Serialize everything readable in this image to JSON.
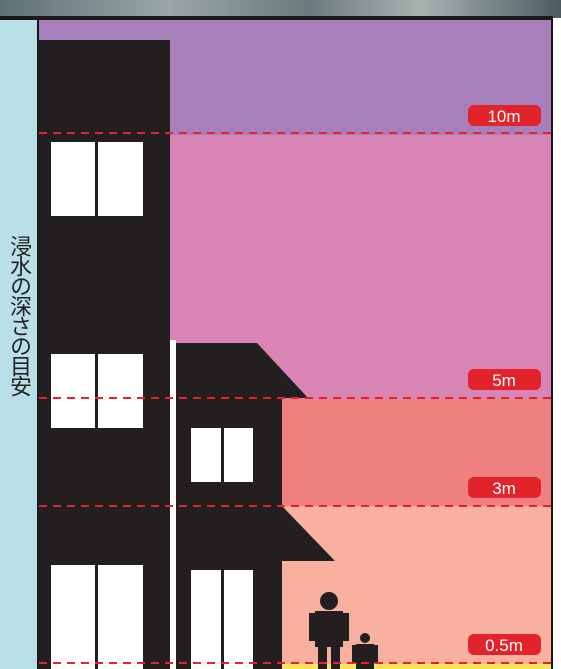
{
  "side_label": "浸水の深さの目安",
  "depth_levels": [
    {
      "label": "10m",
      "color": "#a77fba"
    },
    {
      "label": "5m",
      "color": "#d884b4"
    },
    {
      "label": "3m",
      "color": "#f08080"
    },
    {
      "label": "0.5m",
      "color": "#f8b0a0"
    }
  ],
  "colors": {
    "badge": "#e3232b",
    "dash_line": "#e3232b",
    "building": "#231f20",
    "window": "#ffffff",
    "ground_band": "#f5e65c"
  }
}
